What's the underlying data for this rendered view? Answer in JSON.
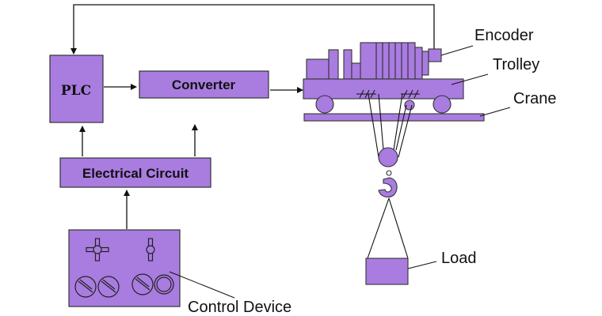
{
  "colors": {
    "fill": "#a97ce0",
    "stroke": "#333333",
    "line": "#111111",
    "background": "#ffffff"
  },
  "blocks": {
    "plc": "PLC",
    "converter": "Converter",
    "electrical_circuit": "Electrical Circuit"
  },
  "callouts": {
    "encoder": "Encoder",
    "trolley": "Trolley",
    "crane": "Crane",
    "load": "Load",
    "control_device": "Control Device"
  }
}
